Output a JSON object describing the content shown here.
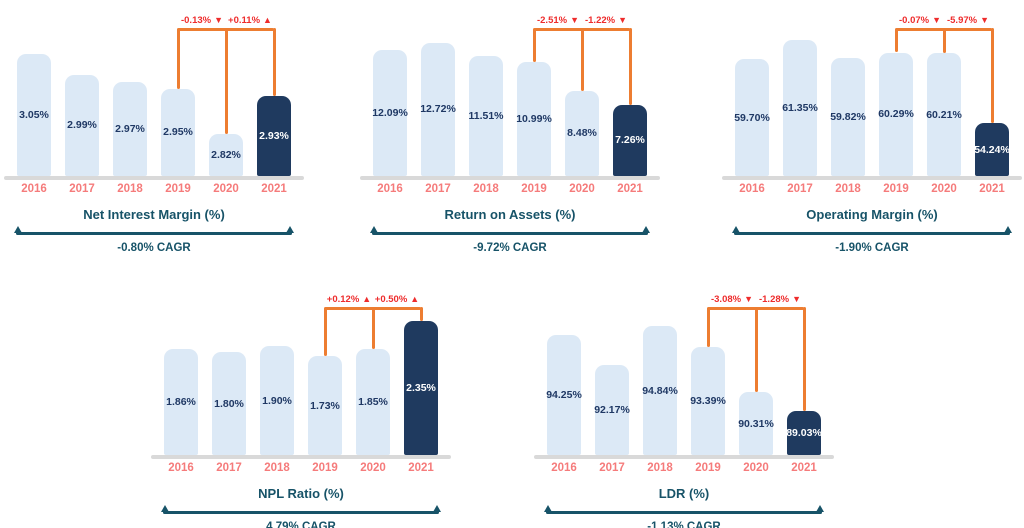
{
  "colors": {
    "bar_light": "#DCE9F6",
    "bar_dark": "#1F3A5F",
    "value_text": "#1F3864",
    "value_text_on_dark": "#FFFFFF",
    "year_text": "#F57B7B",
    "teal_text": "#175368",
    "bracket_orange": "#ED7D31",
    "delta_red": "#EE2C2C",
    "axis_line": "#D9D9D9"
  },
  "chart_data": [
    {
      "type": "bar",
      "title": "Net Interest Margin (%)",
      "categories": [
        "2016",
        "2017",
        "2018",
        "2019",
        "2020",
        "2021"
      ],
      "values": [
        3.05,
        2.99,
        2.97,
        2.95,
        2.82,
        2.93
      ],
      "value_labels": [
        "3.05%",
        "2.99%",
        "2.97%",
        "2.95%",
        "2.82%",
        "2.93%"
      ],
      "deltas": [
        {
          "text": "-0.13%",
          "direction": "down"
        },
        {
          "text": "+0.11%",
          "direction": "up"
        }
      ],
      "cagr_label": "-0.80% CAGR",
      "ylim": [
        2.7,
        3.1
      ],
      "highlight_index": 5,
      "legend_position": "none",
      "grid": false
    },
    {
      "type": "bar",
      "title": "Return on Assets (%)",
      "categories": [
        "2016",
        "2017",
        "2018",
        "2019",
        "2020",
        "2021"
      ],
      "values": [
        12.09,
        12.72,
        11.51,
        10.99,
        8.48,
        7.26
      ],
      "value_labels": [
        "12.09%",
        "12.72%",
        "11.51%",
        "10.99%",
        "8.48%",
        "7.26%"
      ],
      "deltas": [
        {
          "text": "-2.51%",
          "direction": "down"
        },
        {
          "text": "-1.22%",
          "direction": "down"
        }
      ],
      "cagr_label": "-9.72% CAGR",
      "ylim": [
        1.0,
        13.3
      ],
      "highlight_index": 5,
      "legend_position": "none",
      "grid": false
    },
    {
      "type": "bar",
      "title": "Operating Margin (%)",
      "categories": [
        "2016",
        "2017",
        "2018",
        "2019",
        "2020",
        "2021"
      ],
      "values": [
        59.7,
        61.35,
        59.82,
        60.29,
        60.21,
        54.24
      ],
      "value_labels": [
        "59.70%",
        "61.35%",
        "59.82%",
        "60.29%",
        "60.21%",
        "54.24%"
      ],
      "deltas": [
        {
          "text": "-0.07%",
          "direction": "down"
        },
        {
          "text": "-5.97%",
          "direction": "down"
        }
      ],
      "cagr_label": "-1.90% CAGR",
      "ylim": [
        49.7,
        61.7
      ],
      "highlight_index": 5,
      "legend_position": "none",
      "grid": false
    },
    {
      "type": "bar",
      "title": "NPL Ratio (%)",
      "categories": [
        "2016",
        "2017",
        "2018",
        "2019",
        "2020",
        "2021"
      ],
      "values": [
        1.86,
        1.8,
        1.9,
        1.73,
        1.85,
        2.35
      ],
      "value_labels": [
        "1.86%",
        "1.80%",
        "1.90%",
        "1.73%",
        "1.85%",
        "2.35%"
      ],
      "deltas": [
        {
          "text": "+0.12%",
          "direction": "up"
        },
        {
          "text": "+0.50%",
          "direction": "up"
        }
      ],
      "cagr_label": "4.79% CAGR",
      "ylim": [
        0,
        2.45
      ],
      "highlight_index": 5,
      "legend_position": "none",
      "grid": false
    },
    {
      "type": "bar",
      "title": "LDR (%)",
      "categories": [
        "2016",
        "2017",
        "2018",
        "2019",
        "2020",
        "2021"
      ],
      "values": [
        94.25,
        92.17,
        94.84,
        93.39,
        90.31,
        89.03
      ],
      "value_labels": [
        "94.25%",
        "92.17%",
        "94.84%",
        "93.39%",
        "90.31%",
        "89.03%"
      ],
      "deltas": [
        {
          "text": "-3.08%",
          "direction": "down"
        },
        {
          "text": "-1.28%",
          "direction": "down"
        }
      ],
      "cagr_label": "-1.13% CAGR",
      "ylim": [
        86.0,
        95.6
      ],
      "highlight_index": 5,
      "legend_position": "none",
      "grid": false
    }
  ]
}
